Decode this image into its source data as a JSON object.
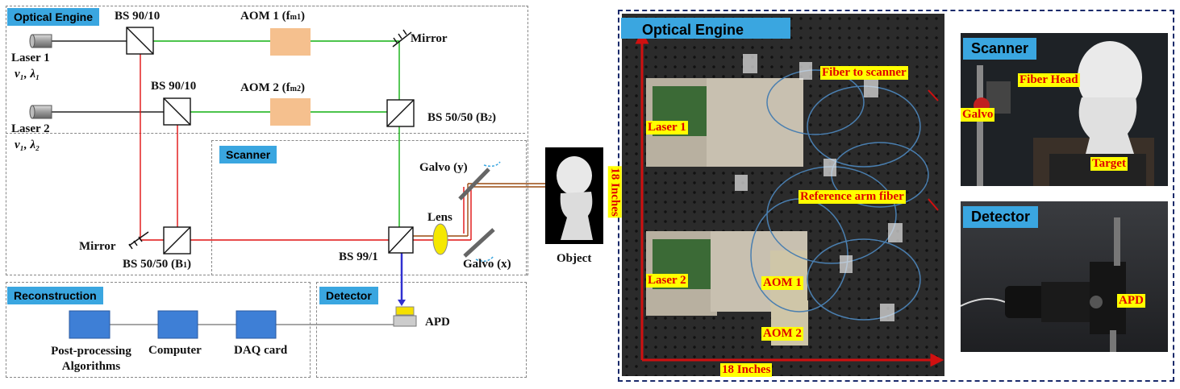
{
  "sections": {
    "optical_engine": "Optical Engine",
    "scanner": "Scanner",
    "reconstruction": "Reconstruction",
    "detector": "Detector"
  },
  "components": {
    "laser1": "Laser 1",
    "laser1_params": "ν₁, λ₁",
    "laser2": "Laser 2",
    "laser2_params": "ν₁, λ₂",
    "bs_top": "BS 90/10",
    "bs_mid": "BS 90/10",
    "aom1": "AOM 1 (f",
    "aom1_sub": "m1",
    "aom2": "AOM 2 (f",
    "aom2_sub": "m2",
    "mirror_top": "Mirror",
    "mirror_bottom": "Mirror",
    "bs_5050_b2": "BS 50/50 (B",
    "b2_sub": "2",
    "bs_5050_b1": "BS 50/50 (B",
    "b1_sub": "1",
    "bs_99": "BS 99/1",
    "galvo_y": "Galvo (y)",
    "galvo_x": "Galvo (x)",
    "lens": "Lens",
    "object": "Object",
    "apd": "APD",
    "post_processing": "Post-processing Algorithms",
    "computer": "Computer",
    "daq": "DAQ card"
  },
  "photos": {
    "main_tag": "Optical Engine",
    "fiber_to_scanner": "Fiber to scanner",
    "laser1": "Laser 1",
    "laser2": "Laser 2",
    "reference_arm": "Reference arm fiber",
    "aom1": "AOM 1",
    "aom2": "AOM 2",
    "dim_vertical": "18 Inches",
    "dim_horizontal": "18 Inches",
    "scanner_tag": "Scanner",
    "fiber_head": "Fiber Head",
    "galvo": "Galvo",
    "target": "Target",
    "detector_tag": "Detector",
    "apd": "APD"
  },
  "colors": {
    "beam_red": "#e01010",
    "beam_green": "#10b010",
    "beam_brown": "#9a4a10",
    "beam_blue": "#3030d0",
    "section_tag": "#3aa6e0",
    "aom_fill": "#f5c08e",
    "block_fill": "#3e7fd6",
    "photo_label_bg": "#ffff00",
    "photo_label_text": "#e00000"
  }
}
